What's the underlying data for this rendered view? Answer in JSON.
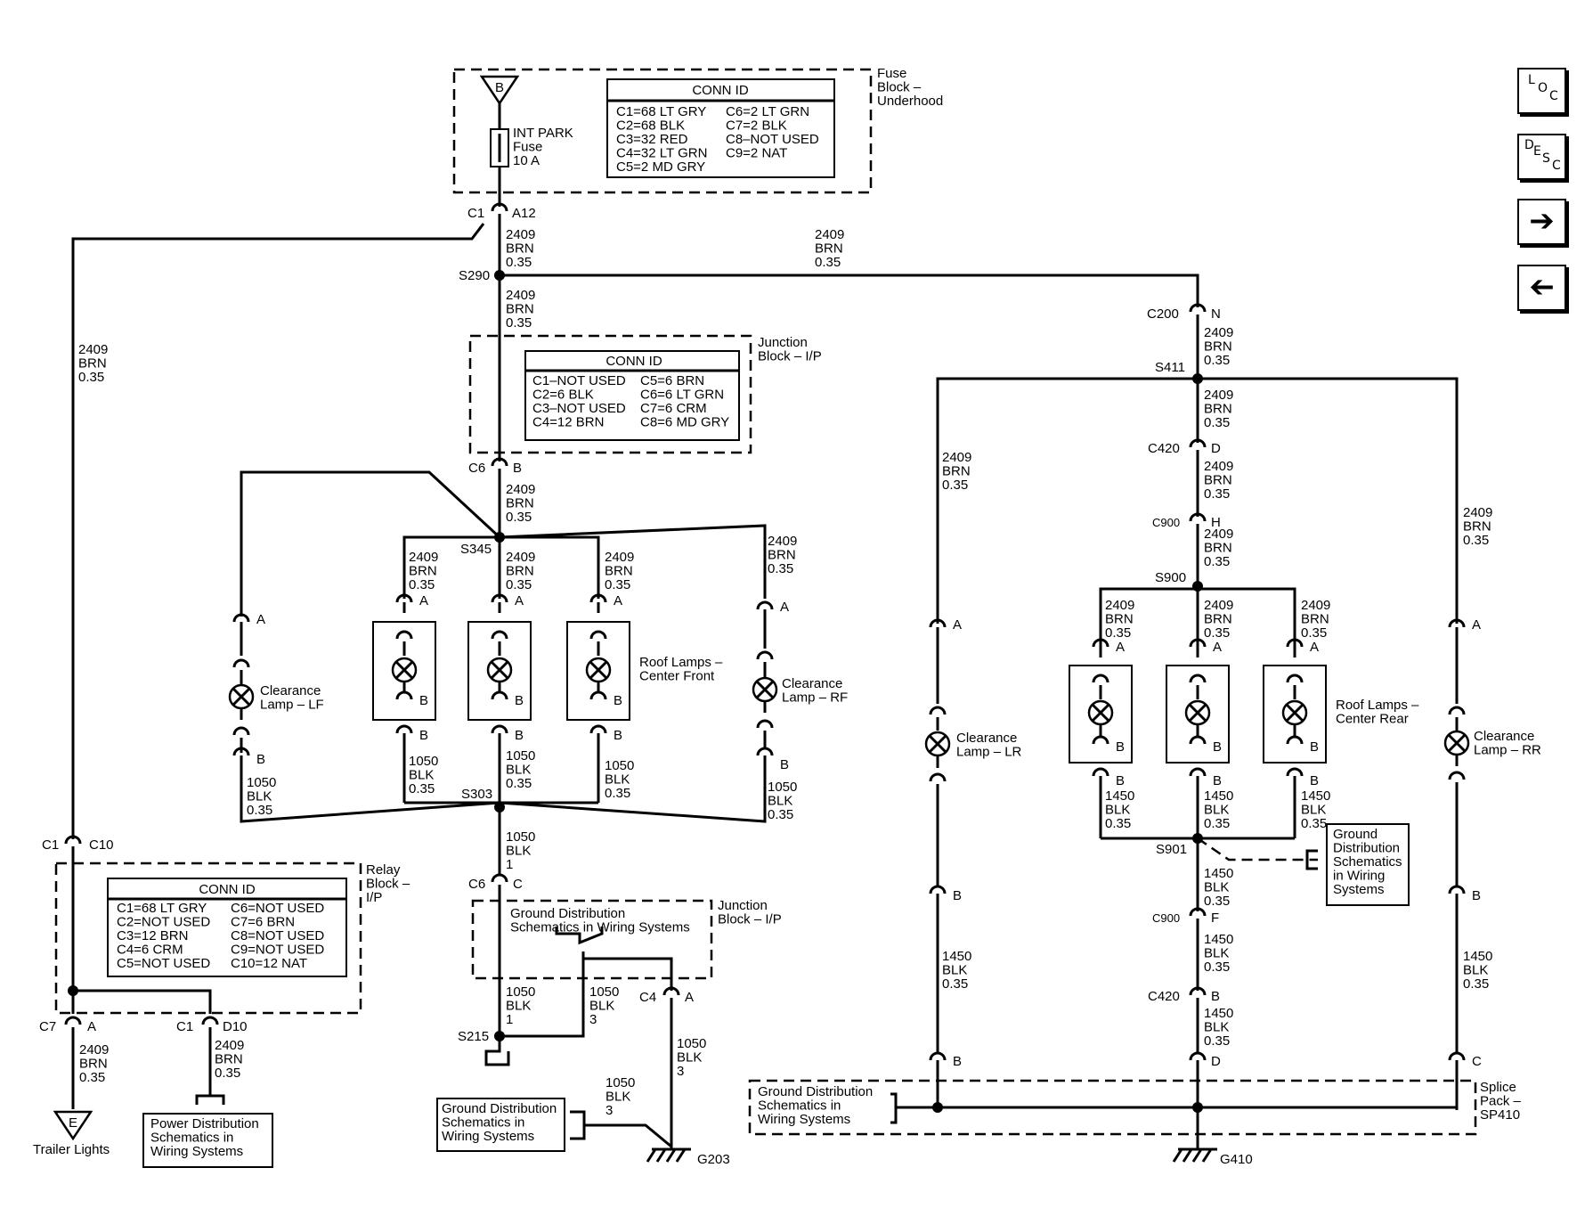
{
  "nav": {
    "loc": [
      "L",
      "O",
      "C"
    ],
    "desc": [
      "D",
      "E",
      "S",
      "C"
    ],
    "next_icon": "arrow-right-icon",
    "prev_icon": "arrow-left-icon"
  },
  "fuse_block": {
    "title": [
      "Fuse",
      "Block –",
      "Underhood"
    ],
    "terminal": "B",
    "fuse_label": [
      "INT PARK",
      "Fuse",
      "10 A"
    ],
    "conn_title": "CONN ID",
    "conn": [
      "C1=68 LT GRY",
      "C2=68 BLK",
      "C3=32 RED",
      "C4=32 LT GRN",
      "C5=2 MD GRY",
      "C6=2 LT GRN",
      "C7=2 BLK",
      "C8–NOT USED",
      "C9=2 NAT"
    ]
  },
  "junction_block_top": {
    "title": [
      "Junction",
      "Block – I/P"
    ],
    "conn_title": "CONN ID",
    "conn": [
      "C1–NOT USED",
      "C2=6 BLK",
      "C3–NOT USED",
      "C4=12 BRN",
      "C5=6 BRN",
      "C6=6 LT GRN",
      "C7=6 CRM",
      "C8=6 MD GRY"
    ]
  },
  "relay_block": {
    "title": [
      "Relay",
      "Block –",
      "I/P"
    ],
    "conn_title": "CONN ID",
    "conn": [
      "C1=68 LT GRY",
      "C2=NOT USED",
      "C3=12 BRN",
      "C4=6 CRM",
      "C5=NOT USED",
      "C6=NOT USED",
      "C7=6 BRN",
      "C8=NOT USED",
      "C9=NOT USED",
      "C10=12 NAT"
    ]
  },
  "junction_block_bottom": {
    "title": [
      "Junction",
      "Block – I/P"
    ],
    "text": [
      "Ground Distribution",
      "Schematics in Wiring Systems"
    ]
  },
  "splice_pack": {
    "title": [
      "Splice",
      "Pack –",
      "SP410"
    ],
    "text": [
      "Ground Distribution",
      "Schematics in",
      "Wiring Systems"
    ]
  },
  "refs": {
    "trailer_lights": {
      "terminal": "E",
      "label": "Trailer Lights"
    },
    "power_dist": [
      "Power Distribution",
      "Schematics in",
      "Wiring Systems"
    ],
    "ground_s215": [
      "Ground Distribution",
      "Schematics in",
      "Wiring Systems"
    ],
    "ground_s901": [
      "Ground",
      "Distribution",
      "Schematics",
      "in Wiring",
      "Systems"
    ]
  },
  "grounds": [
    "G203",
    "G410"
  ],
  "splices": [
    "S290",
    "S345",
    "S303",
    "S215",
    "S411",
    "S900",
    "S901"
  ],
  "connectors": [
    {
      "conn": "C1",
      "pin": "A12"
    },
    {
      "conn": "C6",
      "pin": "B"
    },
    {
      "conn": "C200",
      "pin": "N"
    },
    {
      "conn": "C420",
      "pin": "D"
    },
    {
      "conn": "C900",
      "pin": "H"
    },
    {
      "conn": "C1",
      "pin": "C10"
    },
    {
      "conn": "C7",
      "pin": "A"
    },
    {
      "conn": "C1",
      "pin": "D10"
    },
    {
      "conn": "C6",
      "pin": "C"
    },
    {
      "conn": "C4",
      "pin": "A"
    },
    {
      "conn": "C900",
      "pin": "F"
    },
    {
      "conn": "C420",
      "pin": "B"
    }
  ],
  "wires": {
    "brn": [
      "2409",
      "BRN",
      "0.35"
    ],
    "blk_1050": [
      "1050",
      "BLK",
      "0.35"
    ],
    "blk_1450": [
      "1450",
      "BLK",
      "0.35"
    ],
    "blk_1050_1": [
      "1050",
      "BLK",
      "1"
    ],
    "blk_1050_3": [
      "1050",
      "BLK",
      "3"
    ]
  },
  "lamps": {
    "clearance_lf": [
      "Clearance",
      "Lamp – LF"
    ],
    "clearance_rf": [
      "Clearance",
      "Lamp – RF"
    ],
    "roof_front": [
      "Roof Lamps –",
      "Center Front"
    ],
    "clearance_lr": [
      "Clearance",
      "Lamp – LR"
    ],
    "roof_rear": [
      "Roof Lamps –",
      "Center Rear"
    ],
    "clearance_rr": [
      "Clearance",
      "Lamp – RR"
    ],
    "pin_a": "A",
    "pin_b": "B",
    "pin_c": "C",
    "pin_d": "D"
  }
}
